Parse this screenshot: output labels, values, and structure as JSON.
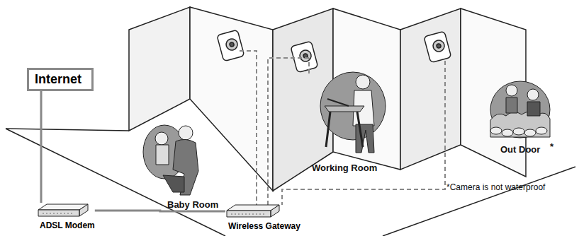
{
  "diagram": {
    "nodes": [
      {
        "text": [
          "Internet"
        ]
      },
      {
        "text": [
          "ADSL Modem"
        ]
      },
      {
        "text": [
          "Wireless Gateway"
        ]
      }
    ],
    "edges": [
      {
        "from": 0,
        "to": 1,
        "arrow": "none"
      },
      {
        "from": 1,
        "to": 2,
        "arrow": "none"
      }
    ],
    "labels": [
      "Baby Room",
      "Working Room",
      "Out Door",
      "*",
      "*Camera is not waterproof"
    ]
  }
}
